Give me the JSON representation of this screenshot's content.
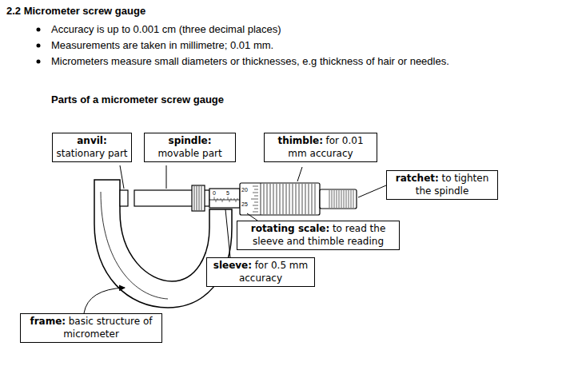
{
  "diagram": {
    "title": "2.2 Micrometer screw gauge",
    "nodes": [
      {
        "text": [
          "anvil:",
          "stationary part"
        ]
      },
      {
        "text": [
          "spindle:",
          "movable part"
        ]
      },
      {
        "text": [
          "thimble:",
          "for 0.01 mm accuracy"
        ]
      },
      {
        "text": [
          "ratchet:",
          "to tighten the spindle"
        ]
      },
      {
        "text": [
          "rotating scale:",
          "to read the sleeve and thimble reading"
        ]
      },
      {
        "text": [
          "sleeve:",
          "for 0.5 mm accuracy"
        ]
      },
      {
        "text": [
          "frame:",
          "basic structure of micrometer"
        ]
      }
    ],
    "labels": [
      "Accuracy is up to 0.001 cm (three decimal places)",
      "Measurements are taken in millimetre; 0.01 mm.",
      "Micrometers measure small diameters or thicknesses, e.g thickness of hair or needles.",
      "Parts of a micrometer screw gauge",
      "0",
      "5",
      "20",
      "25"
    ]
  }
}
